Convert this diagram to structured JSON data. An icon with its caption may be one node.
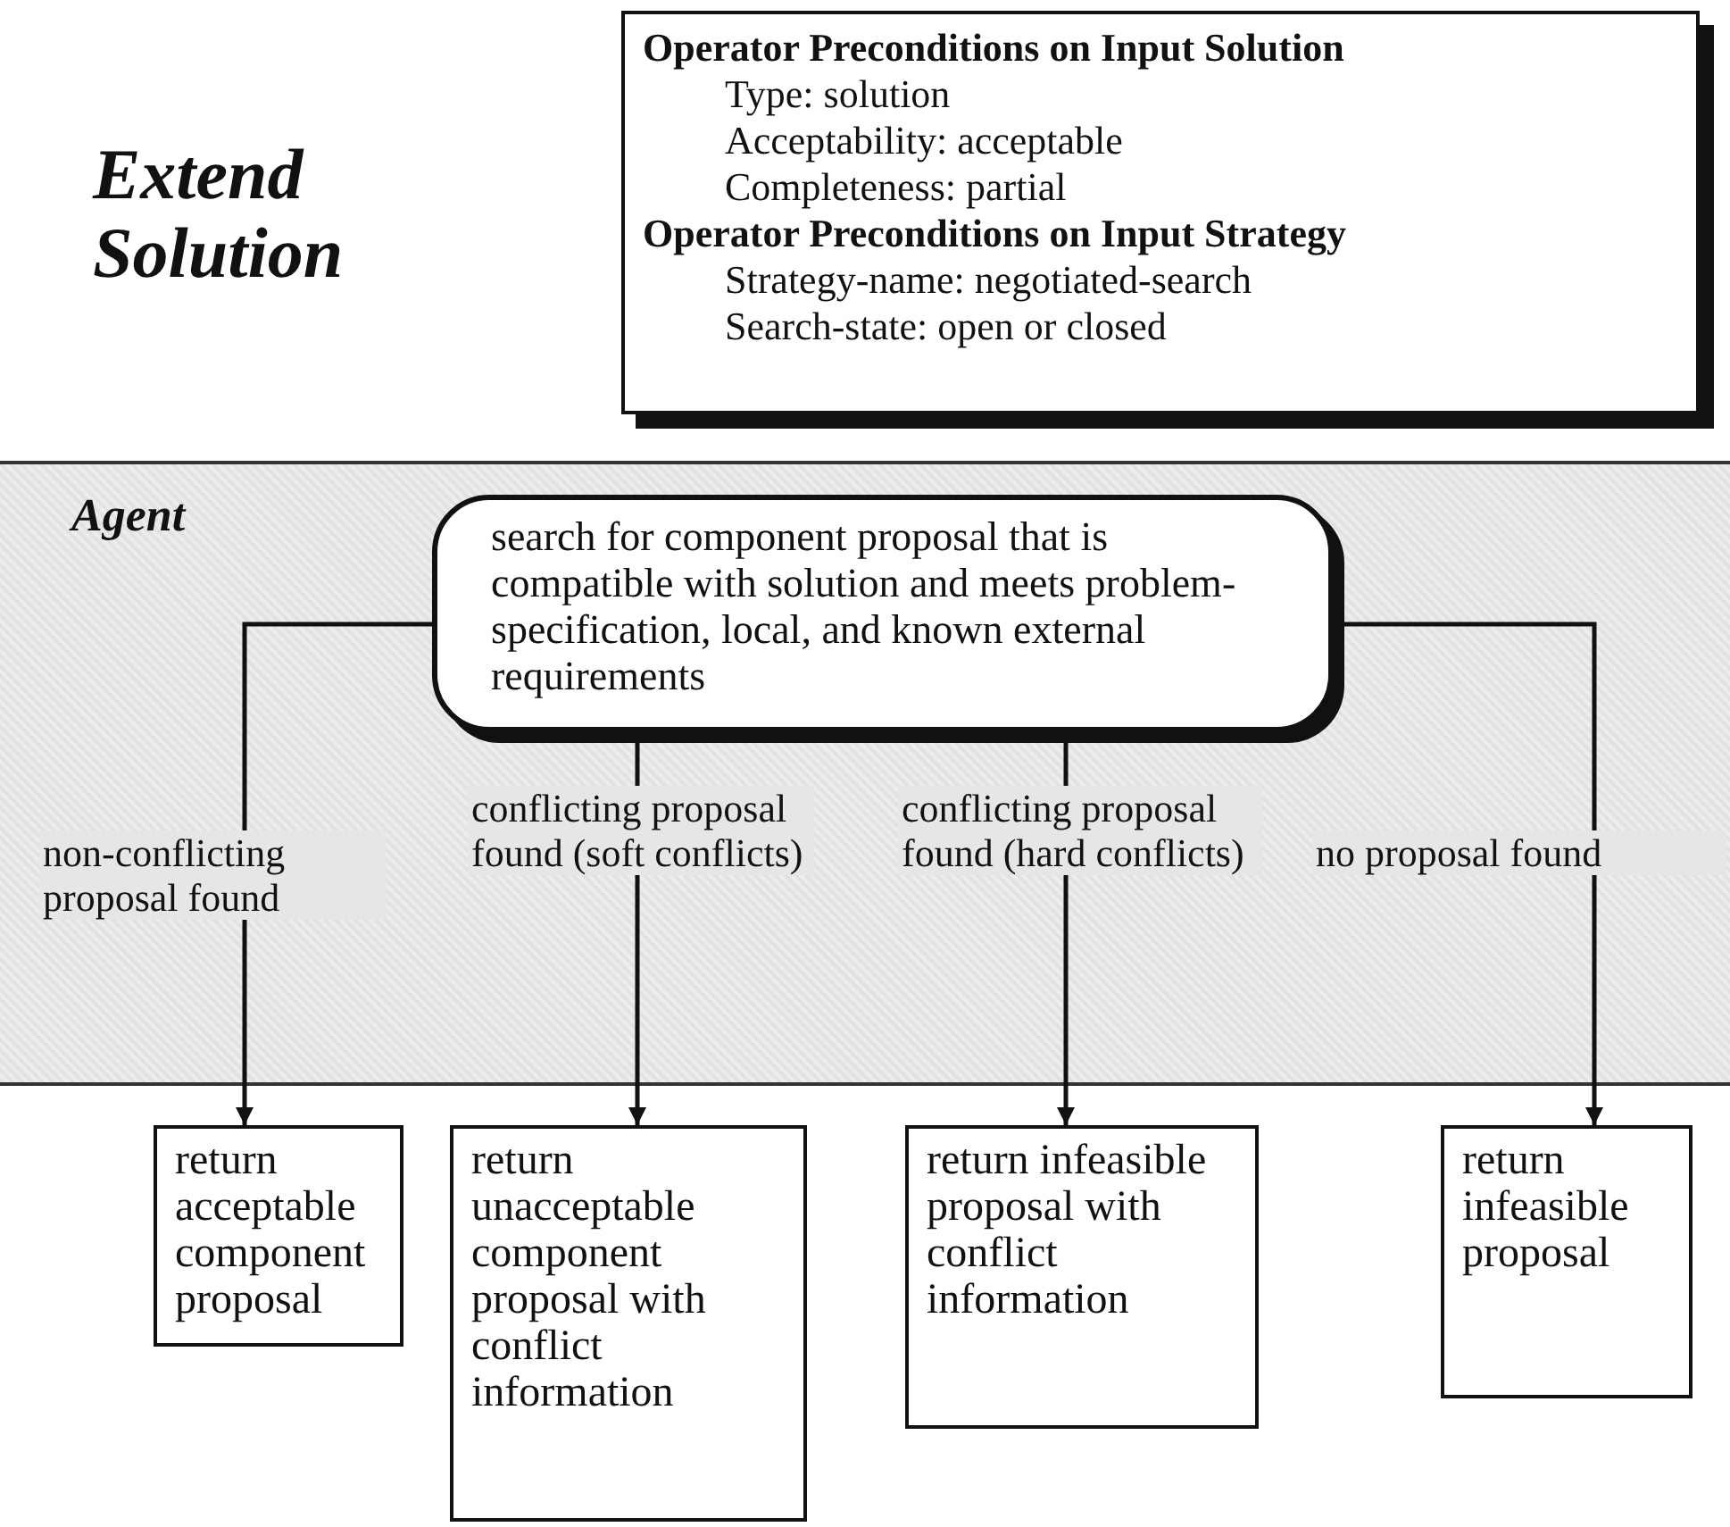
{
  "diagram": {
    "title": "Extend Solution",
    "nodes": [
      {
        "text": [
          "Operator Preconditions on Input Solution",
          "Type: solution",
          "Acceptability: acceptable",
          "Completeness: partial",
          "Operator Preconditions on Input Strategy",
          "Strategy-name: negotiated-search",
          "Search-state: open or closed"
        ]
      },
      {
        "text": [
          "Agent"
        ]
      },
      {
        "text": [
          "search for component proposal that is compatible with solution and meets problem-specification, local, and known external requirements"
        ],
        "in": 1
      },
      {
        "text": [
          "return acceptable component proposal"
        ]
      },
      {
        "text": [
          "return unacceptable component proposal with conflict information"
        ]
      },
      {
        "text": [
          "return infeasible proposal with conflict information"
        ]
      },
      {
        "text": [
          "return infeasible proposal"
        ]
      }
    ],
    "edges": [
      {
        "from": 2,
        "to": 3,
        "arrow": "to",
        "label": "non-conflicting proposal found"
      },
      {
        "from": 2,
        "to": 4,
        "arrow": "to",
        "label": "conflicting proposal found (soft conflicts)"
      },
      {
        "from": 2,
        "to": 5,
        "arrow": "to",
        "label": "conflicting proposal found (hard conflicts)"
      },
      {
        "from": 2,
        "to": 6,
        "arrow": "to",
        "label": "no proposal found"
      }
    ]
  }
}
